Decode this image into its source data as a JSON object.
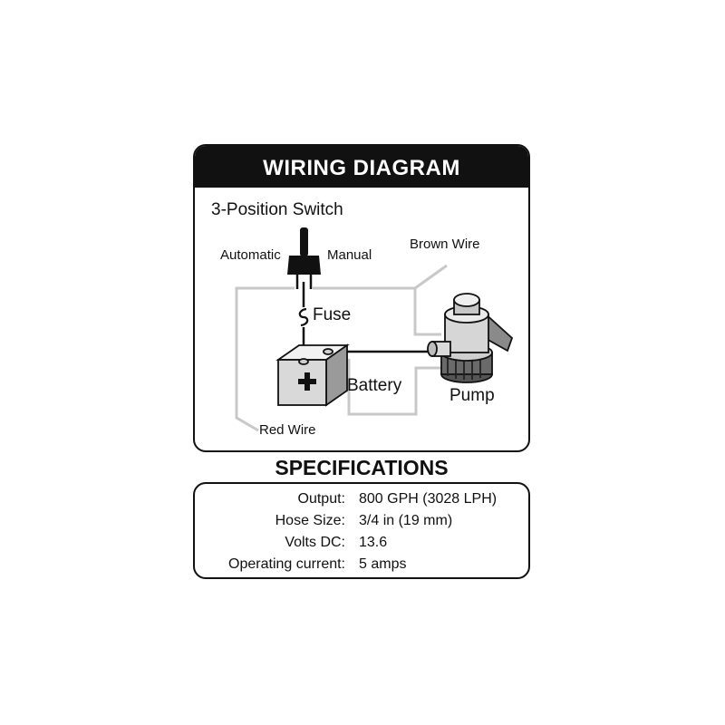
{
  "diagram": {
    "title": "WIRING DIAGRAM",
    "labels": {
      "switch": "3-Position Switch",
      "automatic": "Automatic",
      "manual": "Manual",
      "brown_wire": "Brown Wire",
      "fuse": "Fuse",
      "battery": "Battery",
      "pump": "Pump",
      "red_wire": "Red Wire"
    },
    "colors": {
      "gray_wire": "#c8c8c8",
      "black_wire": "#111111",
      "header_bg": "#111111"
    },
    "icons": [
      "toggle-switch-icon",
      "fuse-icon",
      "battery-icon",
      "pump-icon"
    ]
  },
  "specifications": {
    "title": "SPECIFICATIONS",
    "rows": [
      {
        "label": "Output:",
        "value": "800 GPH (3028 LPH)"
      },
      {
        "label": "Hose Size:",
        "value": "3/4 in (19 mm)"
      },
      {
        "label": "Volts DC:",
        "value": "13.6"
      },
      {
        "label": "Operating current:",
        "value": "5 amps"
      }
    ]
  }
}
